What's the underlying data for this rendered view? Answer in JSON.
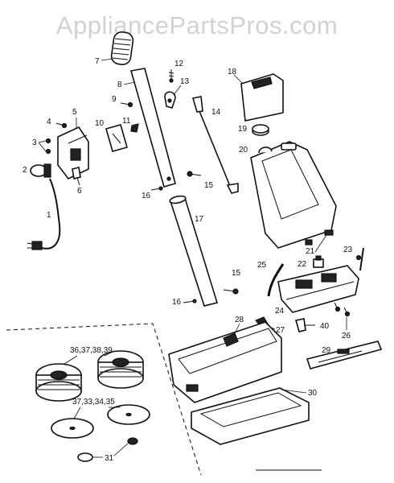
{
  "watermark": "AppliancePartsPros.com",
  "labels": {
    "p1": "1",
    "p2": "2",
    "p3": "3",
    "p4": "4",
    "p5": "5",
    "p6": "6",
    "p7": "7",
    "p8": "8",
    "p9": "9",
    "p10": "10",
    "p11": "11",
    "p12": "12",
    "p13": "13",
    "p14": "14",
    "p15a": "15",
    "p15b": "15",
    "p16a": "16",
    "p16b": "16",
    "p17": "17",
    "p18": "18",
    "p19": "19",
    "p20": "20",
    "p21": "21",
    "p22": "22",
    "p23": "23",
    "p24": "24",
    "p25": "25",
    "p26": "26",
    "p27": "27",
    "p28": "28",
    "p29": "29",
    "p30": "30",
    "p31": "31",
    "p36set": "36,37,38,39",
    "p37set": "37,33,34,35",
    "p40": "40"
  }
}
